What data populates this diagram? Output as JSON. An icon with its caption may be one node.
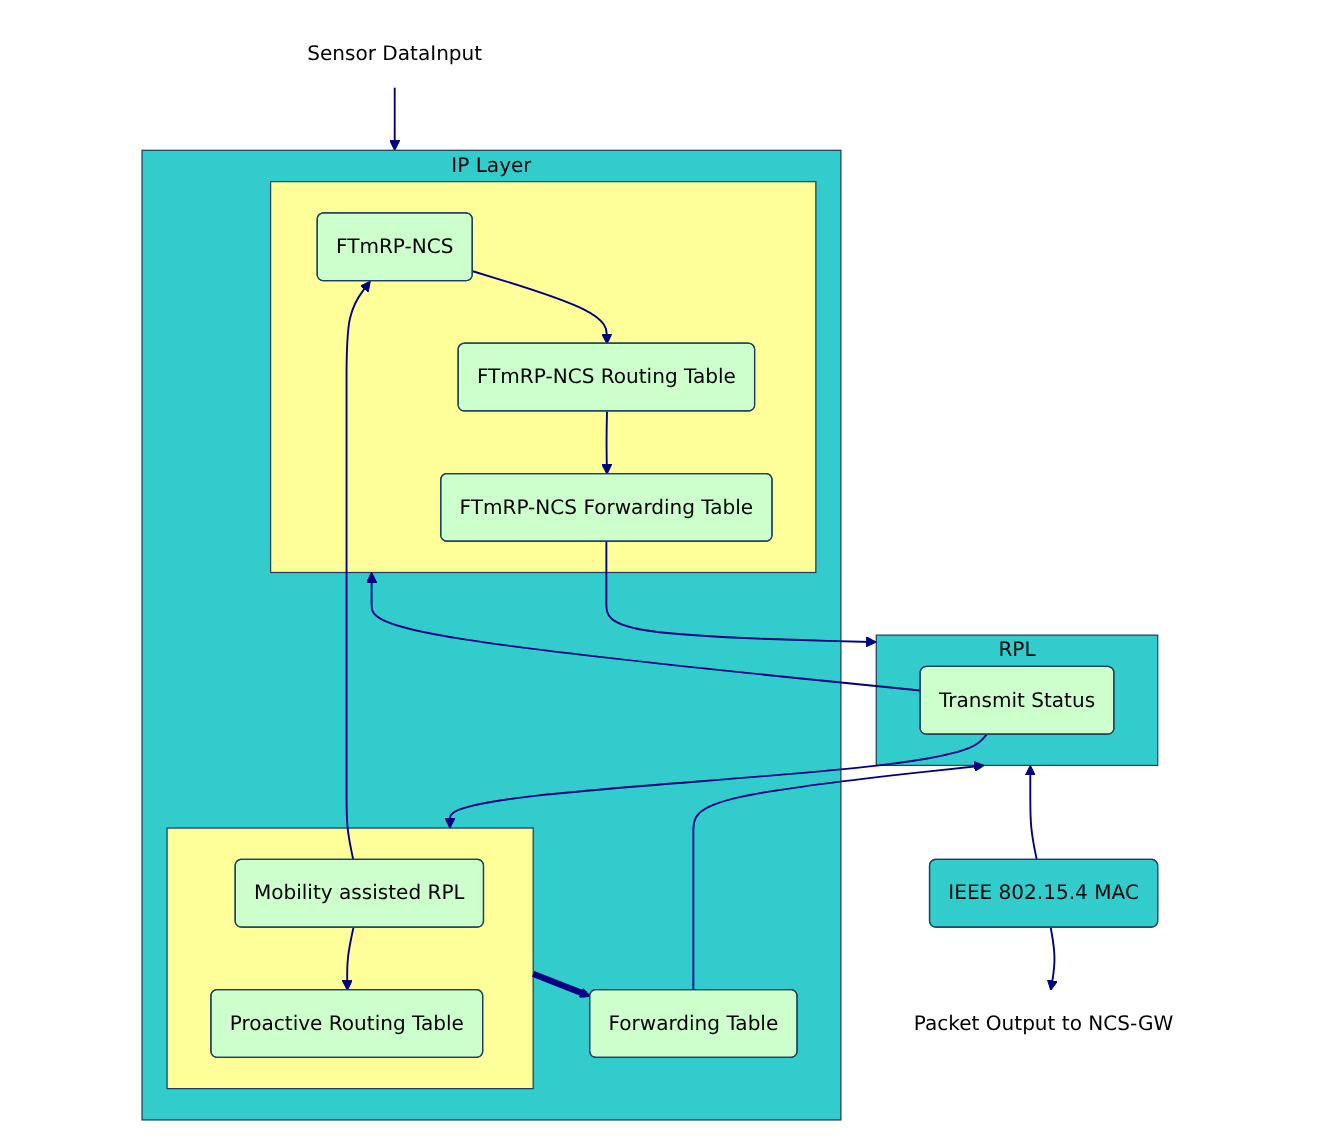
{
  "diagram": {
    "nodes": [
      {
        "text": [
          "Sensor DataInput"
        ]
      },
      {
        "text": [
          "IP Layer"
        ]
      },
      {
        "text": [],
        "shape": "box",
        "in": 1
      },
      {
        "text": [
          "Mobility assisted RPL"
        ],
        "in": 2
      },
      {
        "text": [
          "Proactive Routing Table"
        ],
        "in": 2
      },
      {
        "text": [],
        "shape": "box",
        "in": 1
      },
      {
        "text": [
          "FTmRP-NCS"
        ],
        "in": 5
      },
      {
        "text": [
          "FTmRP-NCS Routing Table"
        ],
        "in": 5
      },
      {
        "text": [
          "FTmRP-NCS Forwarding Table"
        ],
        "in": 5
      },
      {
        "text": [
          "Forwarding Table"
        ],
        "in": 1
      },
      {
        "text": [
          "RPL"
        ]
      },
      {
        "text": [
          "Transmit Status"
        ],
        "in": 10
      },
      {
        "text": [
          "IEEE 802.15.4 MAC"
        ]
      },
      {
        "text": [
          "Packet Output to NCS-GW"
        ]
      }
    ],
    "edges": [
      {
        "from": 0,
        "to": 1,
        "arrow": "to"
      },
      {
        "from": 3,
        "to": 4,
        "arrow": "to"
      },
      {
        "from": 3,
        "to": 6,
        "arrow": "to"
      },
      {
        "from": 6,
        "to": 7,
        "arrow": "to"
      },
      {
        "from": 7,
        "to": 8,
        "arrow": "to"
      },
      {
        "from": 2,
        "to": 9,
        "arrow": "to",
        "style": "thick"
      },
      {
        "from": 8,
        "to": 10,
        "arrow": "to"
      },
      {
        "from": 9,
        "to": 10,
        "arrow": "to"
      },
      {
        "from": 11,
        "to": 2,
        "arrow": "to"
      },
      {
        "from": 11,
        "to": 5,
        "arrow": "to"
      },
      {
        "from": 12,
        "to": 10,
        "arrow": "to"
      },
      {
        "from": 12,
        "to": 13,
        "arrow": "to"
      }
    ]
  }
}
